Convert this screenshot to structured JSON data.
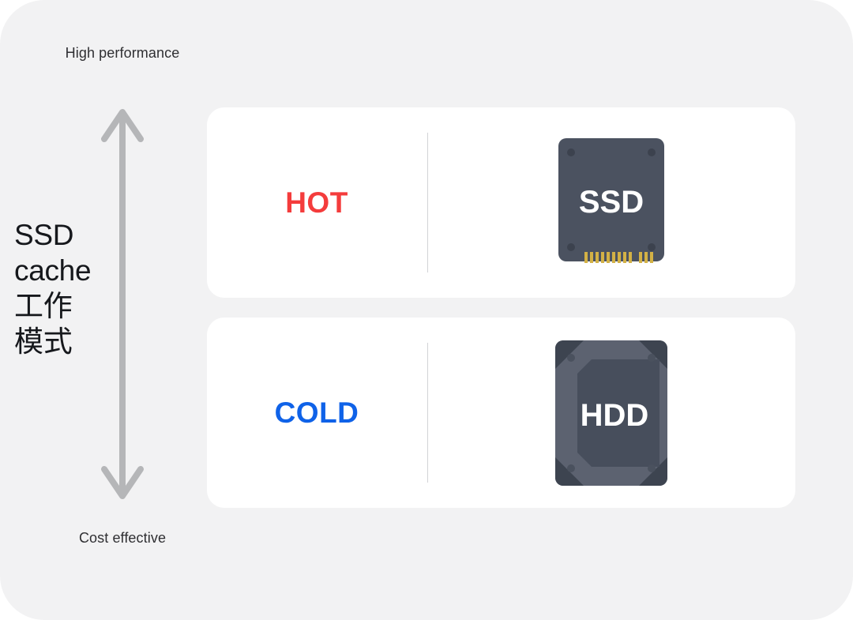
{
  "diagram": {
    "title_stacked": "SSD\ncache\n工作\n模式",
    "axis": {
      "top_label": "High\nperformance",
      "bottom_label": "Cost\neffective",
      "arrow_color": "#b5b6b8",
      "up_arrow_icon": "arrow-up-icon",
      "down_arrow_icon": "arrow-down-icon"
    },
    "tiers": [
      {
        "id": "hot",
        "label": "HOT",
        "label_color": "#f43c3c",
        "device_label": "SSD",
        "device_icon": "ssd-drive-icon",
        "device_body_color": "#4b5260",
        "device_text_color": "#ffffff",
        "connector_color": "#d3b145"
      },
      {
        "id": "cold",
        "label": "COLD",
        "label_color": "#0f62e8",
        "device_label": "HDD",
        "device_icon": "hdd-drive-icon",
        "device_body_color": "#5c6270",
        "device_inner_color": "#474e5c",
        "device_corner_color": "#3d4450",
        "device_text_color": "#ffffff"
      }
    ],
    "colors": {
      "canvas_background": "#f2f2f3",
      "card_background": "#ffffff",
      "divider": "#d2d3d6",
      "caption_text": "#2f2f32",
      "title_text": "#16181c"
    }
  }
}
